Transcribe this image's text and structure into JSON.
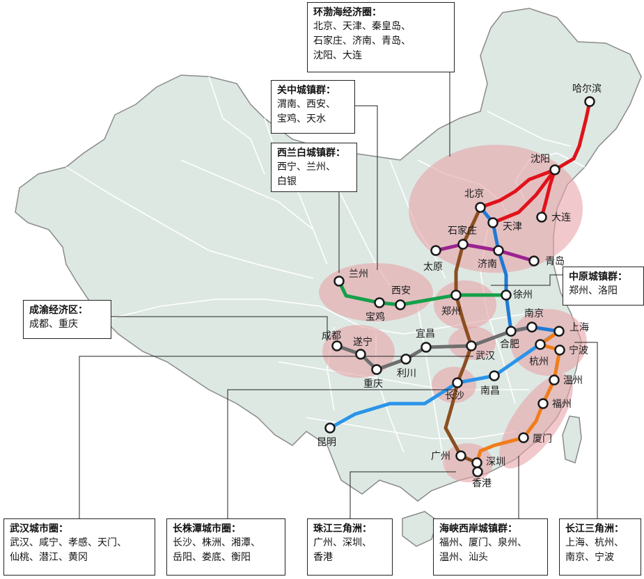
{
  "colors": {
    "land": "#dde8e3",
    "border_outer": "#8a8a8a",
    "border_internal": "#ffffff",
    "region_fill": "#e8a3a8",
    "line_red": "#e1121a",
    "line_blue": "#1f7ad6",
    "line_purple": "#9b2390",
    "line_green": "#15a04a",
    "line_brown": "#8b4f1f",
    "line_grey": "#6e6e6e",
    "line_orange": "#f07d1a",
    "line_lightblue": "#2a94e8"
  },
  "cities": [
    {
      "id": "harbin",
      "name": "哈尔滨"
    },
    {
      "id": "shenyang",
      "name": "沈阳"
    },
    {
      "id": "dalian",
      "name": "大连"
    },
    {
      "id": "beijing",
      "name": "北京"
    },
    {
      "id": "tianjin",
      "name": "天津"
    },
    {
      "id": "shijiazhuang",
      "name": "石家庄"
    },
    {
      "id": "taiyuan",
      "name": "太原"
    },
    {
      "id": "jinan",
      "name": "济南"
    },
    {
      "id": "qingdao",
      "name": "青岛"
    },
    {
      "id": "xuzhou",
      "name": "徐州"
    },
    {
      "id": "zhengzhou",
      "name": "郑州"
    },
    {
      "id": "xian",
      "name": "西安"
    },
    {
      "id": "baoji",
      "name": "宝鸡"
    },
    {
      "id": "lanzhou",
      "name": "兰州"
    },
    {
      "id": "nanjing",
      "name": "南京"
    },
    {
      "id": "shanghai",
      "name": "上海"
    },
    {
      "id": "hefei",
      "name": "合肥"
    },
    {
      "id": "hangzhou",
      "name": "杭州"
    },
    {
      "id": "ningbo",
      "name": "宁波"
    },
    {
      "id": "wenzhou",
      "name": "温州"
    },
    {
      "id": "fuzhou",
      "name": "福州"
    },
    {
      "id": "xiamen",
      "name": "厦门"
    },
    {
      "id": "shenzhen",
      "name": "深圳"
    },
    {
      "id": "hongkong",
      "name": "香港"
    },
    {
      "id": "guangzhou",
      "name": "广州"
    },
    {
      "id": "changsha",
      "name": "长沙"
    },
    {
      "id": "nanchang",
      "name": "南昌"
    },
    {
      "id": "wuhan",
      "name": "武汉"
    },
    {
      "id": "yichang",
      "name": "宜昌"
    },
    {
      "id": "lichuan",
      "name": "利川"
    },
    {
      "id": "chongqing",
      "name": "重庆"
    },
    {
      "id": "suining",
      "name": "遂宁"
    },
    {
      "id": "chengdu",
      "name": "成都"
    },
    {
      "id": "kunming",
      "name": "昆明"
    }
  ],
  "boxes": [
    {
      "id": "huanbohai",
      "title": "环渤海经济圈：",
      "lines": [
        "北京、天津、秦皇岛、",
        "石家庄、济南、青岛、",
        "沈阳、大连"
      ]
    },
    {
      "id": "guanzhong",
      "title": "关中城镇群：",
      "lines": [
        "渭南、西安、",
        "宝鸡、天水"
      ]
    },
    {
      "id": "xilanbai",
      "title": "西兰白城镇群：",
      "lines": [
        "西宁、兰州、",
        "白银"
      ]
    },
    {
      "id": "zhongyuan",
      "title": "中原城镇群：",
      "lines": [
        "郑州、洛阳"
      ]
    },
    {
      "id": "chengyu",
      "title": "成渝经济区：",
      "lines": [
        "成都、重庆"
      ]
    },
    {
      "id": "wuhan",
      "title": "武汉城市圈：",
      "lines": [
        "武汉、咸宁、孝感、天门、",
        "仙桃、潜江、黄冈"
      ]
    },
    {
      "id": "changzhutan",
      "title": "长株潭城市圈：",
      "lines": [
        "长沙、株洲、湘潭、",
        "岳阳、娄底、衡阳"
      ]
    },
    {
      "id": "zhujiang",
      "title": "珠江三角洲：",
      "lines": [
        "广州、深圳、",
        "香港"
      ]
    },
    {
      "id": "haixia",
      "title": "海峡西岸城镇群：",
      "lines": [
        "福州、厦门、泉州、",
        "温州、汕头"
      ]
    },
    {
      "id": "changjiang",
      "title": "长江三角洲：",
      "lines": [
        "上海、杭州、",
        "南京、宁波"
      ]
    }
  ]
}
